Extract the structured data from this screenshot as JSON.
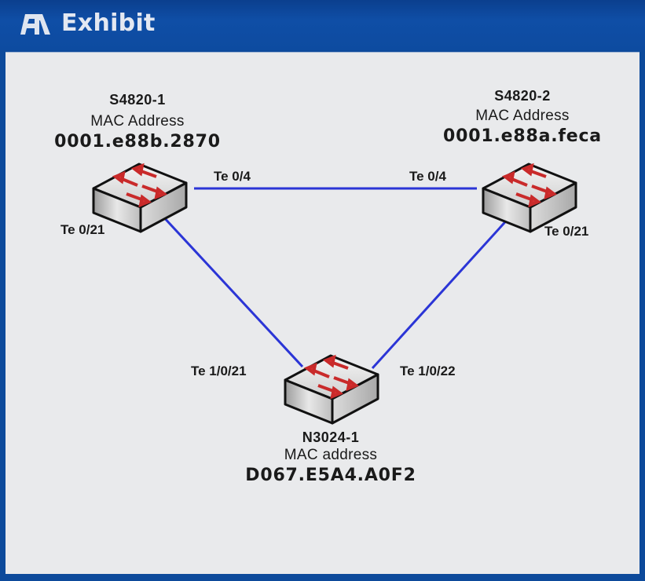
{
  "window": {
    "title": "Exhibit",
    "title_icon": "exhibit-icon",
    "colors": {
      "titlebar": "#0d4a9b",
      "content_bg": "#e9eaec",
      "link": "#2b35d6",
      "arrow": "#d42a2a"
    }
  },
  "diagram": {
    "nodes": [
      {
        "id": "s4820-1",
        "name": "S4820-1",
        "mac_label": "MAC Address",
        "mac": "0001.e88b.2870",
        "icon": "switch-icon"
      },
      {
        "id": "s4820-2",
        "name": "S4820-2",
        "mac_label": "MAC Address",
        "mac": "0001.e88a.feca",
        "icon": "switch-icon"
      },
      {
        "id": "n3024-1",
        "name": "N3024-1",
        "mac_label": "MAC address",
        "mac": "D067.E5A4.A0F2",
        "icon": "switch-icon"
      }
    ],
    "links": [
      {
        "from": "s4820-1",
        "from_port": "Te 0/4",
        "to": "s4820-2",
        "to_port": "Te 0/4"
      },
      {
        "from": "s4820-1",
        "from_port": "Te 0/21",
        "to": "n3024-1",
        "to_port": "Te 1/0/21"
      },
      {
        "from": "s4820-2",
        "from_port": "Te 0/21",
        "to": "n3024-1",
        "to_port": "Te 1/0/22"
      }
    ]
  }
}
